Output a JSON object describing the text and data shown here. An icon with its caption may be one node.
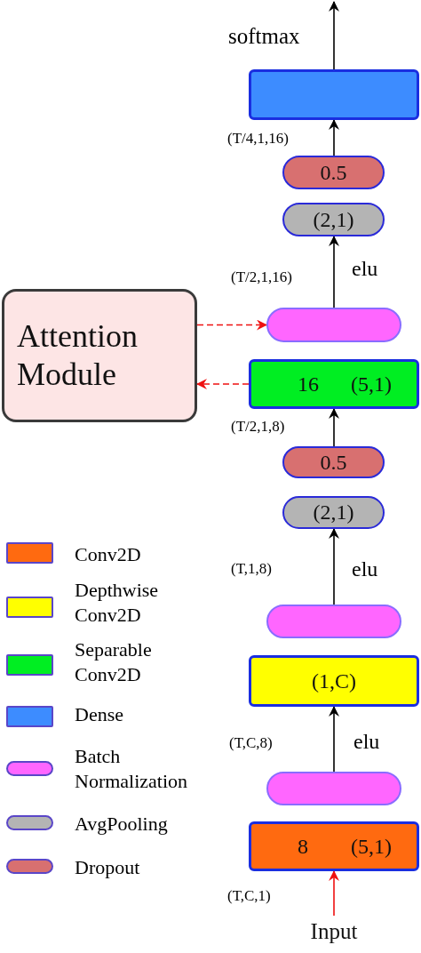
{
  "diagram": {
    "nodes": [
      {
        "text": [],
        "shape": "box"
      },
      {
        "text": [
          "0.5"
        ]
      },
      {
        "text": [
          "(2,1)"
        ]
      },
      {
        "text": [
          "Attention Module"
        ]
      },
      {
        "text": [],
        "shape": "pill"
      },
      {
        "text": [
          "16",
          "(5,1)"
        ]
      },
      {
        "text": [
          "0.5"
        ]
      },
      {
        "text": [
          "(2,1)"
        ]
      },
      {
        "text": [],
        "shape": "pill"
      },
      {
        "text": [
          "(1,C)"
        ]
      },
      {
        "text": [],
        "shape": "pill"
      },
      {
        "text": [
          "8",
          "(5,1)"
        ]
      },
      {
        "text": [
          "Input"
        ]
      }
    ],
    "edges": [
      {
        "from": 0,
        "to": null,
        "arrow": "to",
        "label": "softmax"
      },
      {
        "from": 1,
        "to": 0,
        "arrow": "to"
      },
      {
        "from": 4,
        "to": 2,
        "arrow": "to",
        "label": "elu"
      },
      {
        "from": 3,
        "to": 4,
        "arrow": "to",
        "style": "dashed",
        "color": "#ee1111"
      },
      {
        "from": 5,
        "to": 3,
        "arrow": "to",
        "style": "dashed",
        "color": "#ee1111"
      },
      {
        "from": 6,
        "to": 5,
        "arrow": "to"
      },
      {
        "from": 8,
        "to": 7,
        "arrow": "to",
        "label": "elu"
      },
      {
        "from": 10,
        "to": 9,
        "arrow": "to",
        "label": "elu"
      },
      {
        "from": 12,
        "to": 11,
        "arrow": "to",
        "color": "#ee1111"
      }
    ],
    "labels": [
      "(T/4,1,16)",
      "(T/2,1,16)",
      "(T/2,1,8)",
      "(T,1,8)",
      "(T,C,8)",
      "(T,C,1)"
    ],
    "legend": [
      {
        "text": "Conv2D",
        "color": "#ff6a10"
      },
      {
        "text": "Depthwise Conv2D",
        "color": "#ffff00"
      },
      {
        "text": "Separable Conv2D",
        "color": "#00ee22"
      },
      {
        "text": "Dense",
        "color": "#3d8cff"
      },
      {
        "text": "Batch Normalization",
        "color": "#ff66ff"
      },
      {
        "text": "AvgPooling",
        "color": "#b4b4b4"
      },
      {
        "text": "Dropout",
        "color": "#d87070"
      }
    ]
  }
}
